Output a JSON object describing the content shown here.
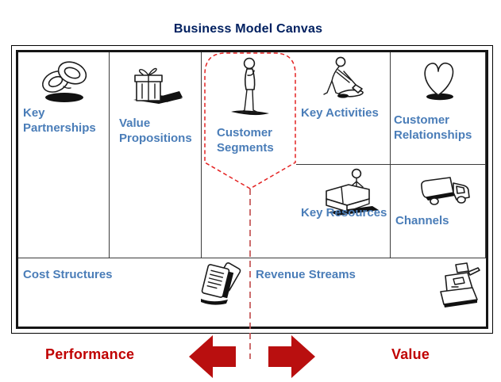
{
  "title": "Business Model Canvas",
  "cells": {
    "key_partnerships": {
      "label": "Key Partnerships",
      "icon": "interlocked-rings-icon"
    },
    "key_activities": {
      "label": "Key Activities",
      "icon": "digging-person-icon"
    },
    "key_resources": {
      "label": "Key Resources",
      "icon": "person-behind-couch-icon"
    },
    "value_propositions": {
      "label": "Value Propositions",
      "icon": "gift-box-icon"
    },
    "customer_relationships": {
      "label": "Customer Relationships",
      "icon": "heart-icon"
    },
    "channels": {
      "label": "Channels",
      "icon": "delivery-truck-icon"
    },
    "customer_segments": {
      "label": "Customer Segments",
      "icon": "standing-person-icon"
    },
    "cost_structures": {
      "label": "Cost Structures",
      "icon": "receipts-icon"
    },
    "revenue_streams": {
      "label": "Revenue Streams",
      "icon": "cash-register-icon"
    }
  },
  "axis": {
    "left_label": "Performance",
    "right_label": "Value"
  },
  "colors": {
    "title_text": "#002060",
    "cell_label_text": "#4a7db8",
    "axis_text": "#c00000",
    "arrow_fill": "#b90f0f",
    "dashed_outline": "#e42222",
    "dashed_centerline": "#c35353",
    "border": "#000000"
  }
}
